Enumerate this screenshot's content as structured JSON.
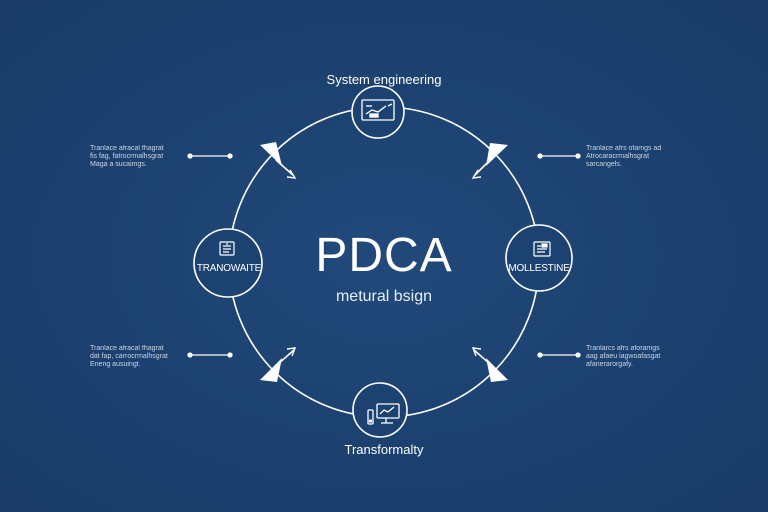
{
  "diagram": {
    "center": {
      "title": "PDCA",
      "subtitle": "metural bsign"
    },
    "nodes": {
      "top": {
        "label": "System engineering",
        "icon": "monitor-chart-icon"
      },
      "right": {
        "label": "MOLLESTINE",
        "icon": "document-icon"
      },
      "bottom": {
        "label": "Transformalty",
        "icon": "computer-workstation-icon"
      },
      "left": {
        "label": "TRANOWAITE",
        "icon": "checklist-icon"
      }
    },
    "side_notes": {
      "top_left": [
        "Tranlace afracal fhagrat",
        "fis fag, fatrocrmalhsgrat",
        "Maga a sucaimgs."
      ],
      "bottom_left": [
        "Tranlace afracal fhagrat",
        "dat fap, carrocrmalhsgrat",
        "Eneng ausuingt."
      ],
      "top_right": [
        "Tranlace afrs ofamgs ad",
        "Atrocaracrmalhsgrat",
        "sarcangels."
      ],
      "bottom_right": [
        "Tranlarcs afrs aforamgs",
        "aag afaeu iagwoafasgat",
        "afanerarorgafy."
      ]
    },
    "colors": {
      "background": "#1c4271",
      "line": "#ffffff",
      "text_muted": "#c9d6e8"
    }
  }
}
